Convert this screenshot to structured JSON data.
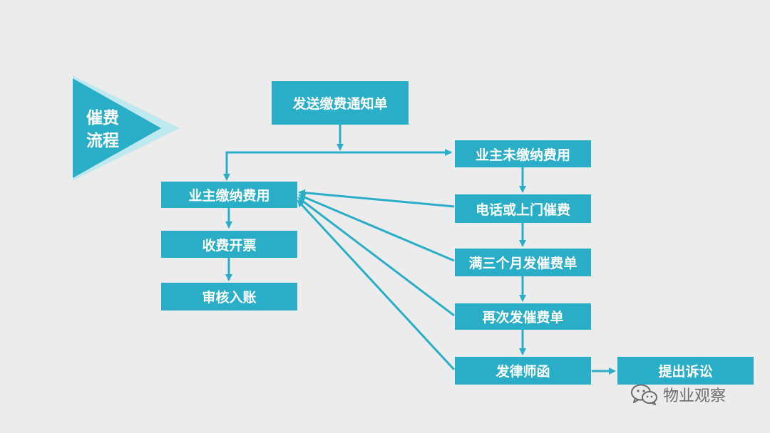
{
  "title": {
    "line1": "催费",
    "line2": "流程"
  },
  "boxes": {
    "send_notice": "发送缴费通知单",
    "owner_unpaid": "业主未缴纳费用",
    "owner_paid": "业主缴纳费用",
    "phone_visit": "电话或上门催费",
    "invoice": "收费开票",
    "three_months": "满三个月发催费单",
    "audit": "审核入账",
    "second_notice": "再次发催费单",
    "lawyer_letter": "发律师函",
    "lawsuit": "提出诉讼"
  },
  "watermark": {
    "text": "物业观察"
  },
  "colors": {
    "box": "#2aaec8",
    "arrow": "#2aaec8",
    "background": "#ececec",
    "title_arrow": "#2aaec8",
    "title_glow": "#bfe9f0"
  },
  "icons": {
    "watermark": "wechat-icon"
  }
}
